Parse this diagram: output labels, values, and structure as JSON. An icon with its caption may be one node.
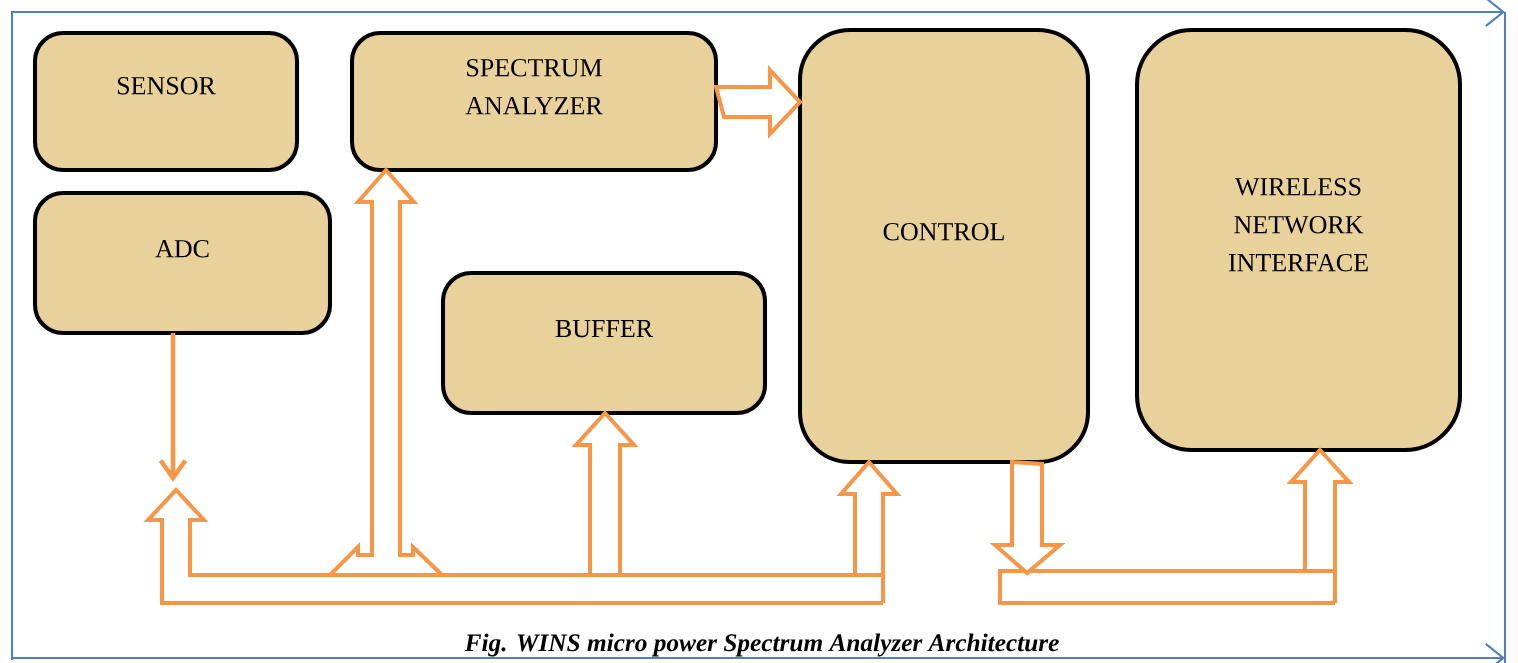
{
  "diagram": {
    "caption": "Fig. WINS micro power Spectrum Analyzer Architecture",
    "nodes": [
      {
        "text": [
          "SENSOR"
        ]
      },
      {
        "text": [
          "SPECTRUM ANALYZER"
        ]
      },
      {
        "text": [
          "CONTROL"
        ]
      },
      {
        "text": [
          "WIRELESS NETWORK INTERFACE"
        ]
      },
      {
        "text": [
          "ADC"
        ]
      },
      {
        "text": [
          "BUFFER"
        ]
      }
    ],
    "edges": [
      {
        "from": 1,
        "to": 2,
        "arrow": "to"
      },
      {
        "from": 4,
        "to": null,
        "arrow": "to"
      },
      {
        "from": null,
        "to": 1,
        "arrow": "to"
      },
      {
        "from": null,
        "to": 5,
        "arrow": "to"
      },
      {
        "from": null,
        "to": 2,
        "arrow": "to"
      },
      {
        "from": 2,
        "to": null,
        "arrow": "to"
      },
      {
        "from": null,
        "to": 3,
        "arrow": "to"
      }
    ]
  }
}
